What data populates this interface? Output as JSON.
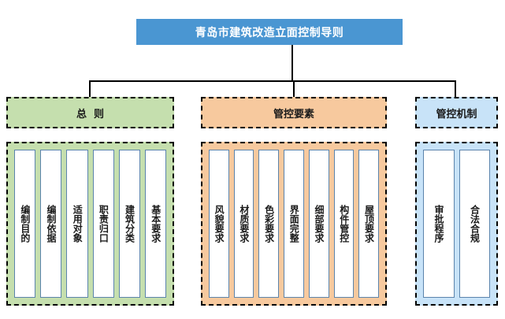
{
  "title": {
    "text": "青岛市建筑改造立面控制导则",
    "bg_color": "#4a96d2",
    "text_color": "#ffffff"
  },
  "colors": {
    "accent_blue": "#4a96d2",
    "green": "#c5dfae",
    "orange": "#f7c99e",
    "blue": "#c8e3f8",
    "chip_border": "#5b84ac",
    "outline": "#000000"
  },
  "sections": [
    {
      "id": "general-rules",
      "label": "总  则",
      "color": "#c5dfae",
      "items": [
        {
          "label": "编制目的"
        },
        {
          "label": "编制依据"
        },
        {
          "label": "适用对象"
        },
        {
          "label": "职责归口"
        },
        {
          "label": "建筑分类"
        },
        {
          "label": "基本要求"
        }
      ]
    },
    {
      "id": "control-elements",
      "label": "管控要素",
      "color": "#f7c99e",
      "items": [
        {
          "label": "风貌要求"
        },
        {
          "label": "材质要求"
        },
        {
          "label": "色彩要求"
        },
        {
          "label": "界面完整"
        },
        {
          "label": "细部要求"
        },
        {
          "label": "构件管控"
        },
        {
          "label": "屋顶要求"
        }
      ]
    },
    {
      "id": "control-mechanism",
      "label": "管控机制",
      "color": "#c8e3f8",
      "items": [
        {
          "label": "审批程序"
        },
        {
          "label": "合法合规"
        }
      ]
    }
  ]
}
